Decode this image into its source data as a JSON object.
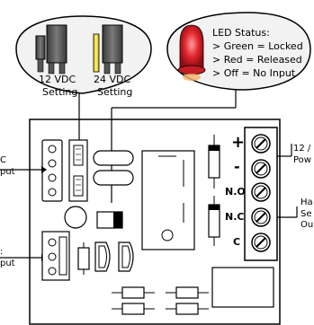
{
  "jumpers": {
    "left": {
      "line1": "12 VDC",
      "line2": "Setting"
    },
    "right": {
      "line1": "24 VDC",
      "line2": "Setting"
    }
  },
  "led_status": {
    "title": "LED Status:",
    "lines": [
      "> Green = Locked",
      "> Red = Released",
      "> Off = No Input"
    ]
  },
  "terminals": {
    "plus": "+",
    "minus": "-",
    "no": "N.O",
    "nc": "N.C",
    "c": "C"
  },
  "side_labels": {
    "right_power": [
      "12 /",
      "Pow"
    ],
    "right_output": [
      "Ha",
      "Se",
      "Ou"
    ],
    "left_upper": [
      "C",
      "put"
    ],
    "left_lower": [
      ":",
      "put"
    ]
  },
  "colors": {
    "led_red": "#e0242c",
    "jumper_gray": "#5a5a5a",
    "jumper_yellow": "#f2e23c",
    "outline": "#000000",
    "callout_fill": "#f2f2f2"
  }
}
